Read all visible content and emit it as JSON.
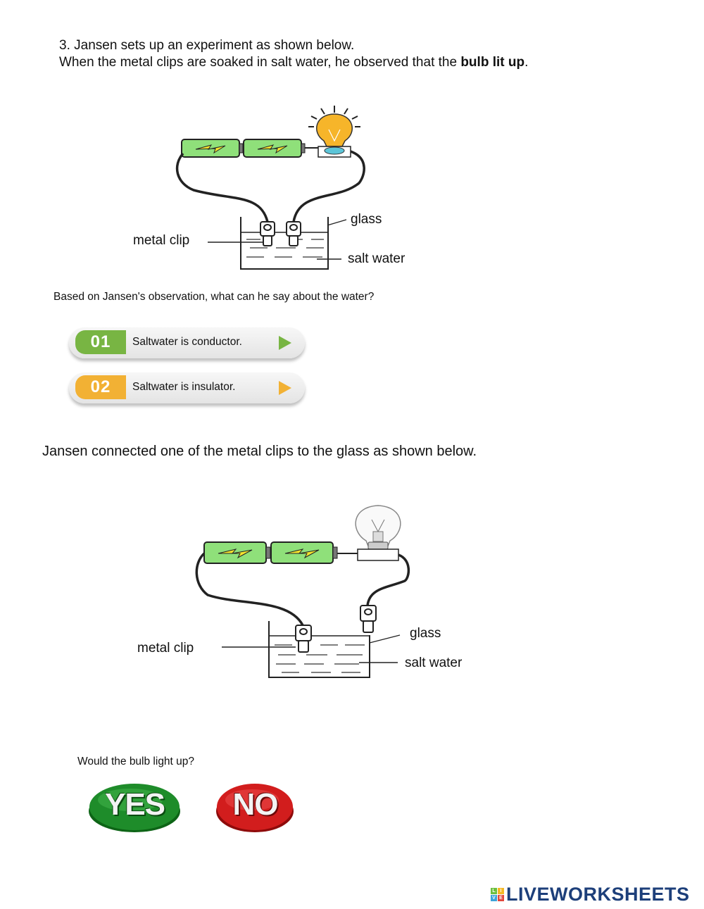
{
  "question": {
    "number_line": "3. Jansen sets up an experiment as shown below.",
    "observation_prefix": "When the metal clips are soaked in salt water, he observed that the ",
    "observation_bold": "bulb lit up",
    "observation_suffix": "."
  },
  "diagram1": {
    "labels": {
      "glass": "glass",
      "metal_clip": "metal clip",
      "salt_water": "salt water"
    },
    "bulb_state": "lit"
  },
  "question_a": {
    "prompt": "Based on Jansen's observation, what can he say about the water?",
    "options": [
      {
        "number": "01",
        "label": "Saltwater is conductor.",
        "color": "#78b543"
      },
      {
        "number": "02",
        "label": "Saltwater is insulator.",
        "color": "#f2b134"
      }
    ]
  },
  "part_b": {
    "text": "Jansen connected one of the metal clips to the glass as shown below."
  },
  "diagram2": {
    "labels": {
      "glass": "glass",
      "metal_clip": "metal clip",
      "salt_water": "salt water"
    },
    "bulb_state": "unlit"
  },
  "question_b": {
    "prompt": "Would the bulb light up?",
    "yes_label": "YES",
    "no_label": "NO",
    "yes_color": "#1e8c2a",
    "no_color": "#d21d1d"
  },
  "footer": {
    "logo_text": "LIVEWORKSHEETS",
    "logo_tiles": [
      "L",
      "I",
      "V",
      "E"
    ]
  }
}
